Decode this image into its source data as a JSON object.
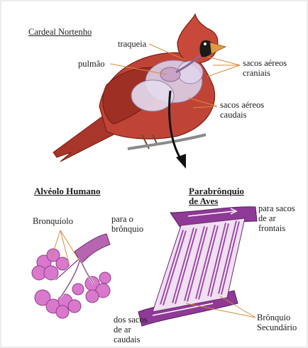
{
  "labels": {
    "bird_title": "Cardeal Nortenho",
    "traqueia": "traqueia",
    "pulmao": "pulmão",
    "sacos_craniais": "sacos aéreos\ncraniais",
    "sacos_caudais": "sacos aéreos\ncaudais",
    "alveolo_title": "Alvéolo Humano",
    "bronquiolo": "Bronquíolo",
    "para_bronquio": "para o\nbrônquio",
    "parabronquio_title": "Parabrônquio\nde Aves",
    "para_sacos_frontais": "para sacos\nde ar\nfrontais",
    "dos_sacos_caudais": "dos sacos\nde ar\ncaudais",
    "bronquio_secundario": "Brônquio\nSecundário"
  },
  "colors": {
    "bird_red": "#b73a2c",
    "bird_dark": "#7a1f17",
    "lung_purple": "#d7c7e3",
    "alveolus_pink": "#d572c9",
    "parabronchus_purple": "#9b3fa2",
    "leader_orange": "#d98b3a",
    "arrow_black": "#111111"
  }
}
